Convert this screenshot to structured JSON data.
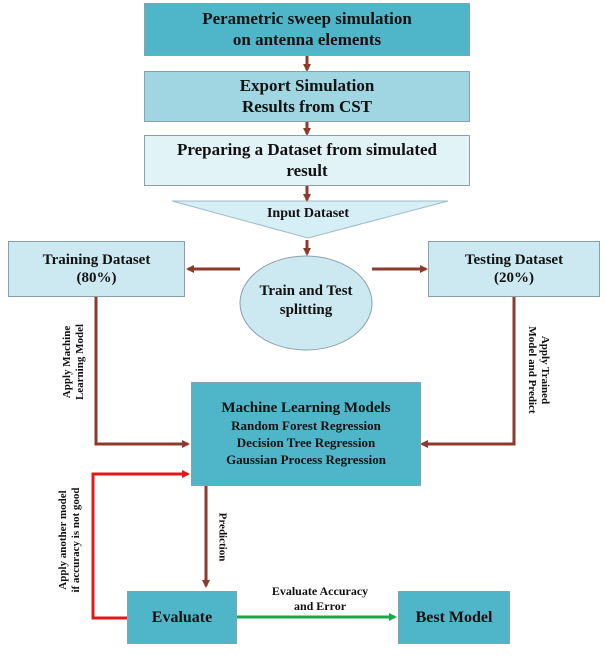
{
  "steps": {
    "sweep": [
      "Perametric sweep simulation",
      "on antenna elements"
    ],
    "export": [
      "Export Simulation",
      "Results from CST"
    ],
    "prepare": [
      "Preparing a Dataset from simulated",
      "result"
    ],
    "input": "Input Dataset"
  },
  "training": [
    "Training Dataset",
    "(80%)"
  ],
  "testing": [
    "Testing Dataset",
    "(20%)"
  ],
  "split": [
    "Train and Test",
    "splitting"
  ],
  "ml_models": {
    "title": "Machine Learning Models",
    "items": [
      "Random Forest Regression",
      "Decision Tree Regression",
      "Gaussian Process Regression"
    ]
  },
  "side_labels": {
    "apply_ml": [
      "Apply Machine",
      "Learning Model"
    ],
    "apply_trained": [
      "Apply Trained",
      "Model and Predict"
    ],
    "apply_another": [
      "Apply another model",
      "if accuracy is not good"
    ],
    "prediction": "Prediction"
  },
  "evaluate": "Evaluate",
  "evaluate_accuracy": [
    "Evaluate Accuracy",
    "and Error"
  ],
  "best_model": "Best Model",
  "colors": {
    "box_dark": "#4fb6c9",
    "box_mid": "#9fd6e2",
    "box_light": "#cce9f1",
    "box_lighter": "#e2f3f8",
    "arrow_brown": "#8b3a2c",
    "arrow_red": "#e01818",
    "arrow_green": "#1aa84a"
  }
}
